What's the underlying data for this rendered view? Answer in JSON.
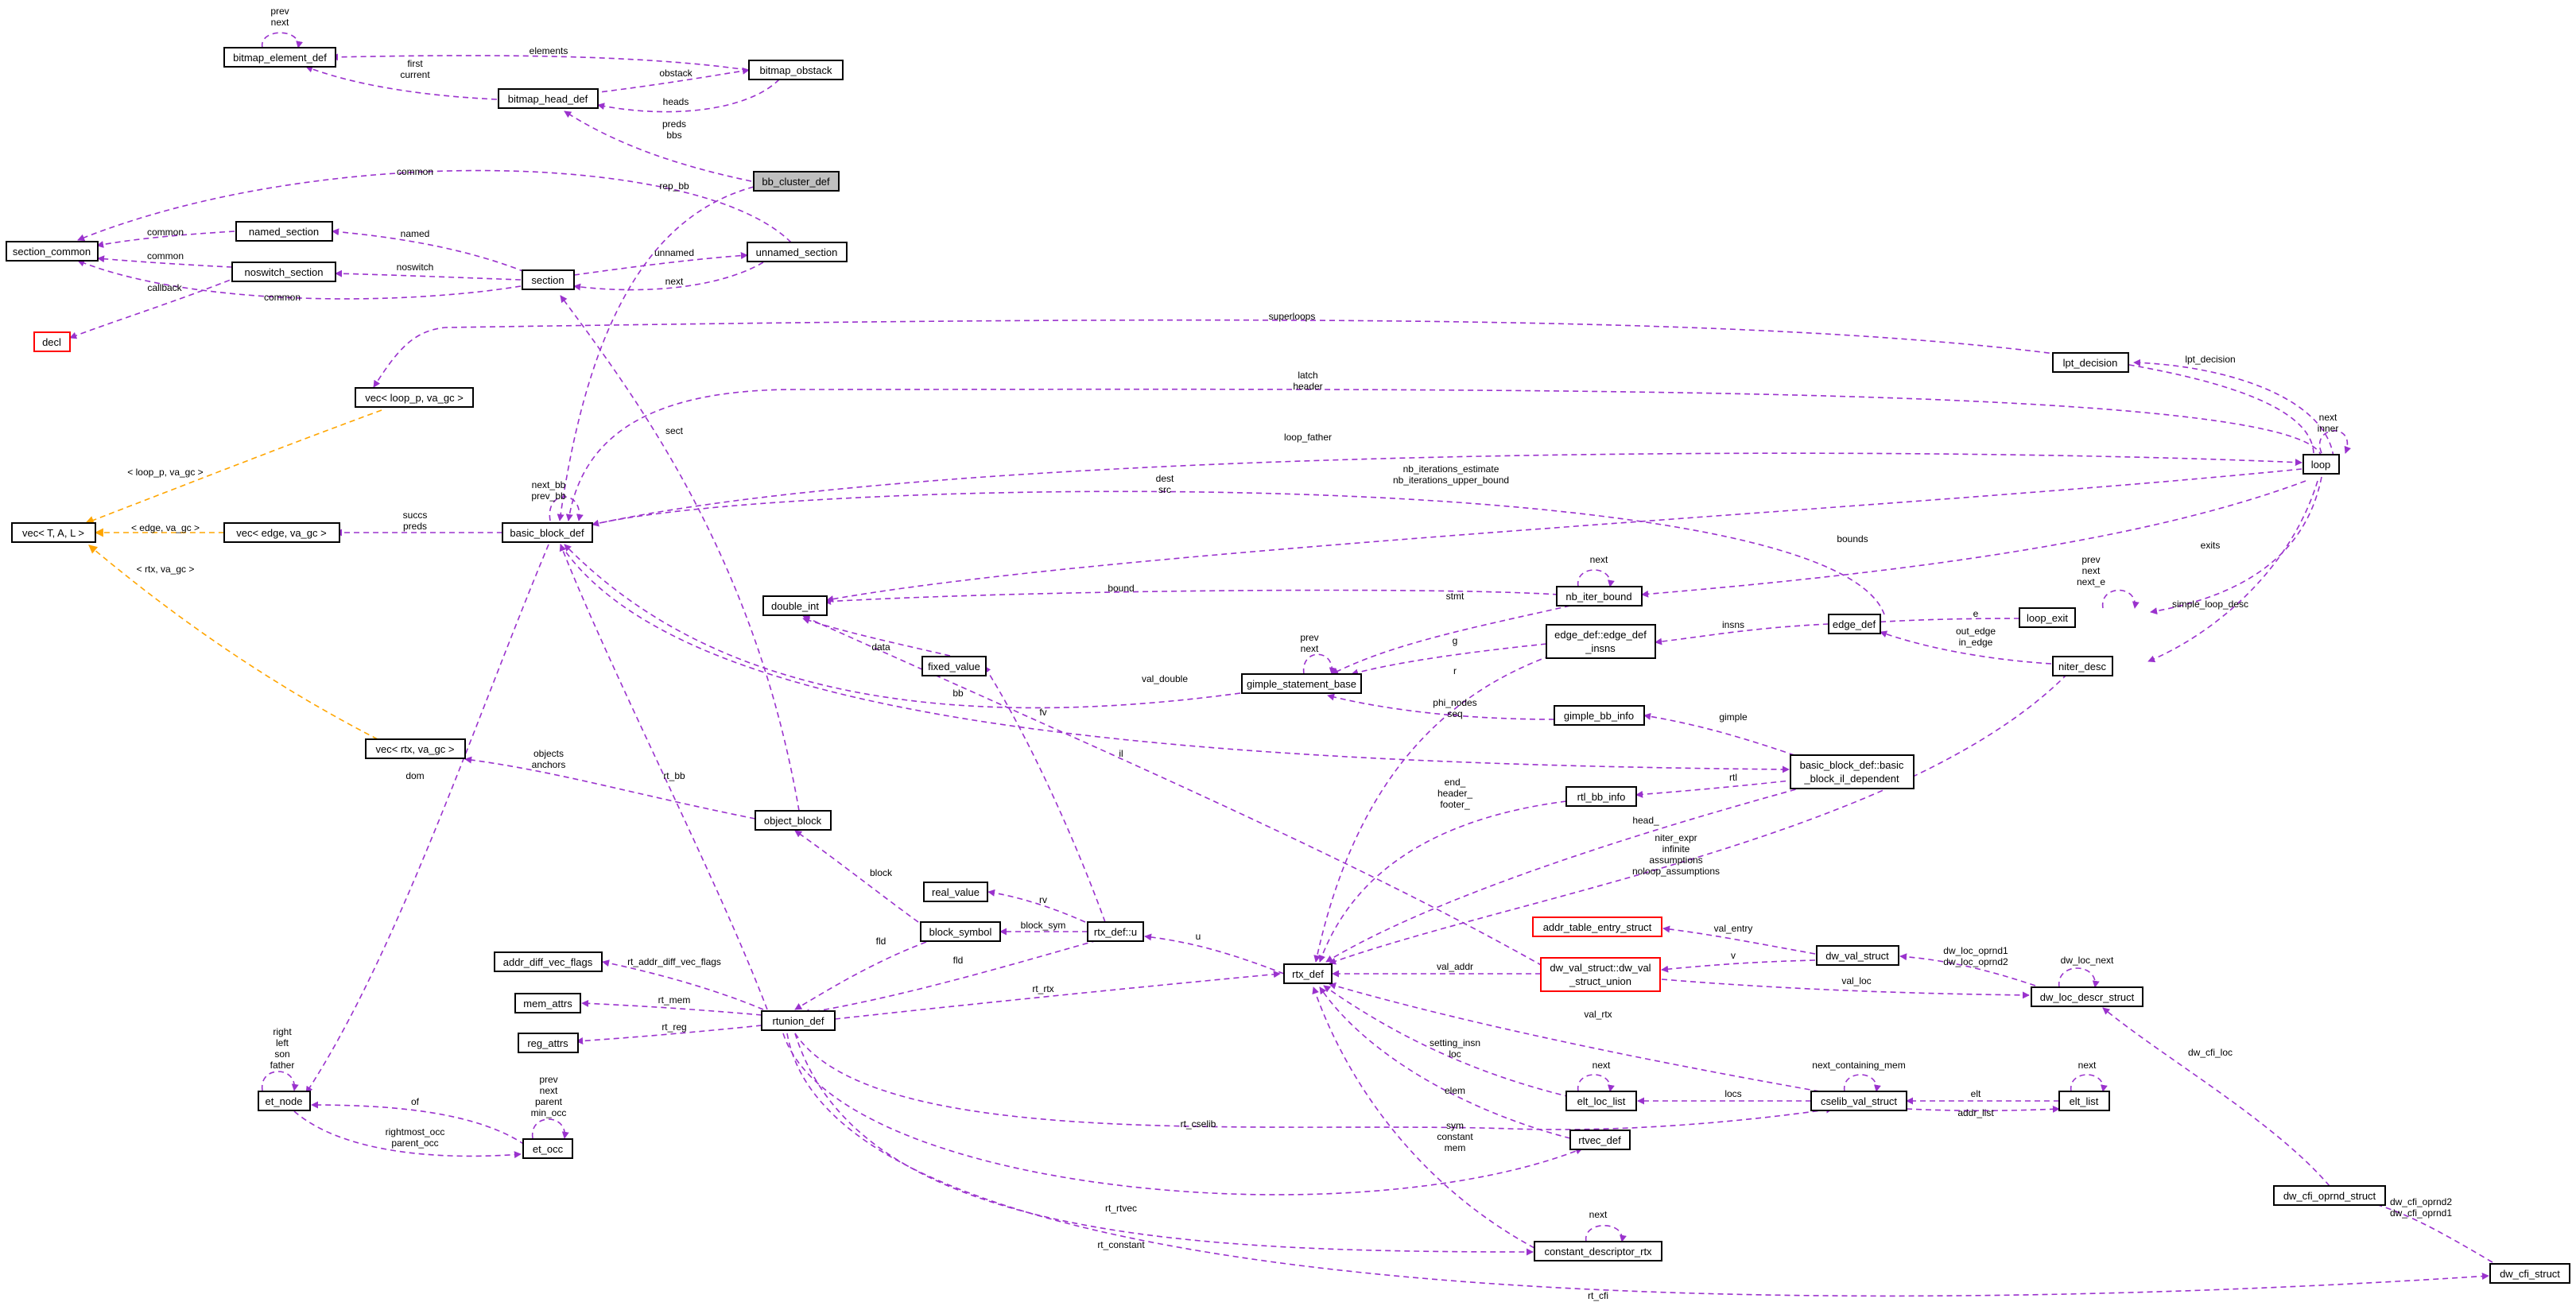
{
  "colors": {
    "edge": "#9a32cd",
    "template_edge": "#ffa500",
    "focus_fill": "#bfbfbf",
    "incomplete_border": "#ff0000"
  },
  "nodes": {
    "bitmap_element_def": "bitmap_element_def",
    "bitmap_obstack": "bitmap_obstack",
    "bitmap_head_def": "bitmap_head_def",
    "bb_cluster_def": "bb_cluster_def",
    "section_common": "section_common",
    "named_section": "named_section",
    "noswitch_section": "noswitch_section",
    "section": "section",
    "unnamed_section": "unnamed_section",
    "decl": "decl",
    "vec_loop": "vec< loop_p, va_gc >",
    "vec_T": "vec< T, A, L >",
    "vec_edge": "vec< edge, va_gc >",
    "basic_block_def": "basic_block_def",
    "double_int": "double_int",
    "fixed_value": "fixed_value",
    "gimple_statement_base": "gimple_statement_base",
    "nb_iter_bound": "nb_iter_bound",
    "edge_def_insns_1": "edge_def::edge_def",
    "edge_def_insns_2": "_insns",
    "edge_def": "edge_def",
    "loop_exit": "loop_exit",
    "niter_desc": "niter_desc",
    "lpt_decision": "lpt_decision",
    "loop": "loop",
    "gimple_bb_info": "gimple_bb_info",
    "bbil_1": "basic_block_def::basic",
    "bbil_2": "_block_il_dependent",
    "rtl_bb_info": "rtl_bb_info",
    "vec_rtx": "vec< rtx, va_gc >",
    "object_block": "object_block",
    "real_value": "real_value",
    "block_symbol": "block_symbol",
    "rtx_def_u": "rtx_def::u",
    "rtx_def": "rtx_def",
    "addr_table_entry_struct": "addr_table_entry_struct",
    "dw_val_union_1": "dw_val_struct::dw_val",
    "dw_val_union_2": "_struct_union",
    "dw_val_struct": "dw_val_struct",
    "dw_loc_descr_struct": "dw_loc_descr_struct",
    "addr_diff_vec_flags": "addr_diff_vec_flags",
    "mem_attrs": "mem_attrs",
    "reg_attrs": "reg_attrs",
    "rtunion_def": "rtunion_def",
    "et_node": "et_node",
    "et_occ": "et_occ",
    "elt_loc_list": "elt_loc_list",
    "cselib_val_struct": "cselib_val_struct",
    "elt_list": "elt_list",
    "rtvec_def": "rtvec_def",
    "constant_descriptor_rtx": "constant_descriptor_rtx",
    "dw_cfi_oprnd_struct": "dw_cfi_oprnd_struct",
    "dw_cfi_struct": "dw_cfi_struct"
  },
  "labels": {
    "prev": "prev",
    "next": "next",
    "elements": "elements",
    "first": "first",
    "current": "current",
    "obstack": "obstack",
    "heads": "heads",
    "preds": "preds",
    "bbs": "bbs",
    "rep_bb": "rep_bb",
    "common": "common",
    "named": "named",
    "unnamed": "unnamed",
    "noswitch": "noswitch",
    "callback": "callback",
    "superloops": "superloops",
    "latch": "latch",
    "header": "header",
    "lpt_decision": "lpt_decision",
    "inner": "inner",
    "loop_father": "loop_father",
    "loop_p_va_gc": "< loop_p, va_gc >",
    "edge_va_gc": "< edge, va_gc >",
    "rtx_va_gc": "< rtx, va_gc >",
    "succs": "succs",
    "next_bb": "next_bb",
    "prev_bb": "prev_bb",
    "sect": "sect",
    "dest": "dest",
    "src": "src",
    "nb_iterations_estimate": "nb_iterations_estimate",
    "nb_iterations_upper_bound": "nb_iterations_upper_bound",
    "bounds": "bounds",
    "exits": "exits",
    "bound": "bound",
    "stmt": "stmt",
    "next_e": "next_e",
    "e": "e",
    "out_edge": "out_edge",
    "in_edge": "in_edge",
    "simple_loop_desc": "simple_loop_desc",
    "insns": "insns",
    "data": "data",
    "g": "g",
    "r": "r",
    "bb": "bb",
    "fv": "fv",
    "val_double": "val_double",
    "phi_nodes": "phi_nodes",
    "seq": "seq",
    "gimple": "gimple",
    "il": "il",
    "rtl": "rtl",
    "objects": "objects",
    "anchors": "anchors",
    "dom": "dom",
    "rt_bb": "rt_bb",
    "end_": "end_",
    "header_": "header_",
    "footer_": "footer_",
    "head_": "head_",
    "niter_expr": "niter_expr",
    "infinite": "infinite",
    "assumptions": "assumptions",
    "noloop_assumptions": "noloop_assumptions",
    "block": "block",
    "rv": "rv",
    "block_sym": "block_sym",
    "u": "u",
    "fld": "fld",
    "val_entry": "val_entry",
    "v": "v",
    "dw_loc_oprnd1": "dw_loc_oprnd1",
    "dw_loc_oprnd2": "dw_loc_oprnd2",
    "dw_loc_next": "dw_loc_next",
    "val_addr": "val_addr",
    "val_loc": "val_loc",
    "rt_addr_diff_vec_flags": "rt_addr_diff_vec_flags",
    "rt_rtx": "rt_rtx",
    "rt_mem": "rt_mem",
    "rt_reg": "rt_reg",
    "val_rtx": "val_rtx",
    "right": "right",
    "left": "left",
    "son": "son",
    "father": "father",
    "parent": "parent",
    "min_occ": "min_occ",
    "of": "of",
    "rightmost_occ": "rightmost_occ",
    "parent_occ": "parent_occ",
    "setting_insn": "setting_insn",
    "loc": "loc",
    "locs": "locs",
    "next_containing_mem": "next_containing_mem",
    "elt": "elt",
    "addr_list": "addr_list",
    "rt_cselib": "rt_cselib",
    "elem": "elem",
    "sym": "sym",
    "constant": "constant",
    "mem": "mem",
    "rt_rtvec": "rt_rtvec",
    "rt_constant": "rt_constant",
    "dw_cfi_loc": "dw_cfi_loc",
    "dw_cfi_oprnd2": "dw_cfi_oprnd2",
    "dw_cfi_oprnd1": "dw_cfi_oprnd1",
    "rt_cfi": "rt_cfi"
  }
}
